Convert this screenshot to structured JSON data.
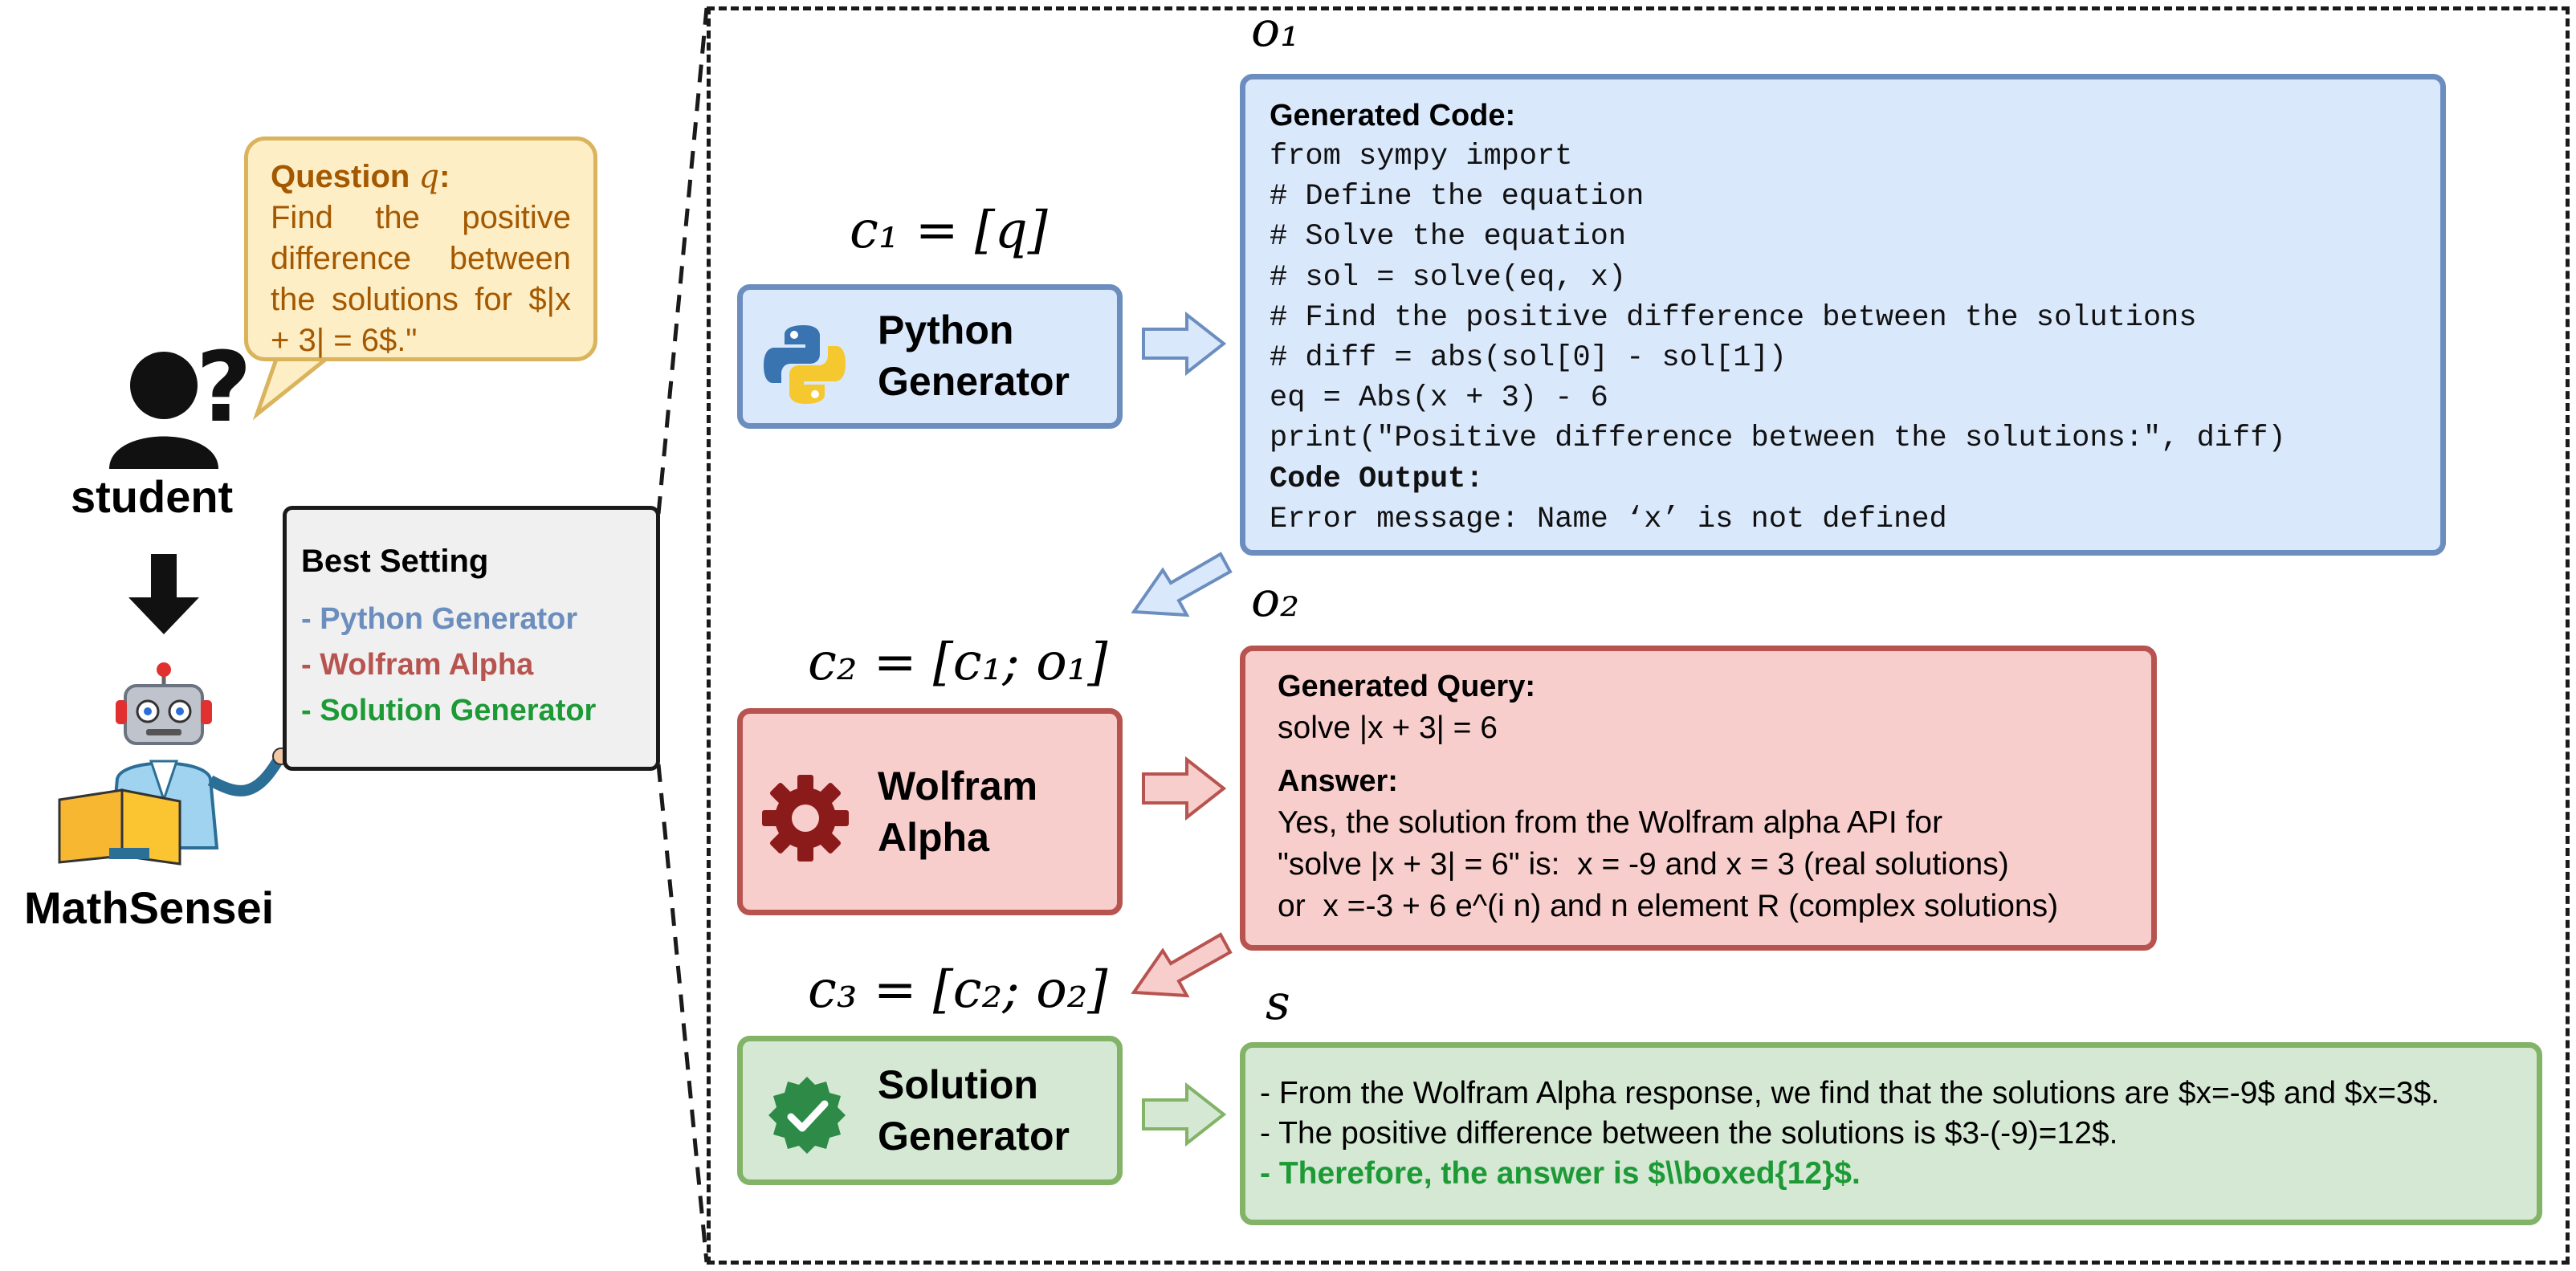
{
  "question": {
    "title": "Question",
    "title_var": "q",
    "body": "Find the positive difference between the solutions for $|x + 3| = 6$.\""
  },
  "student_label": "student",
  "brand_label": "MathSensei",
  "best_setting": {
    "title": "Best Setting",
    "items": [
      {
        "label": "- Python Generator",
        "color": "#6c8ebf"
      },
      {
        "label": "- Wolfram Alpha",
        "color": "#b85450"
      },
      {
        "label": "- Solution Generator",
        "color": "#1d9a36"
      }
    ]
  },
  "contexts": {
    "c1": "c₁ = [q]",
    "c2": "c₂ = [c₁; o₁]",
    "c3": "c₃ = [c₂; o₂]"
  },
  "outputs_labels": {
    "o1": "o₁",
    "o2": "o₂",
    "s": "s"
  },
  "tools": {
    "python": {
      "line1": "Python",
      "line2": "Generator",
      "icon": "python-logo-icon",
      "fill": "#dae8fc",
      "stroke": "#6c8ebf"
    },
    "wolfram": {
      "line1": "Wolfram",
      "line2": "Alpha",
      "icon": "gear-icon",
      "fill": "#f8cecc",
      "stroke": "#b85450"
    },
    "solution": {
      "line1": "Solution",
      "line2": "Generator",
      "icon": "verified-badge-icon",
      "fill": "#d5e8d4",
      "stroke": "#82b366"
    }
  },
  "generated_code": {
    "label": "Generated Code:",
    "lines": [
      "from sympy import",
      "# Define the equation",
      "# Solve the equation",
      "# sol = solve(eq, x)",
      "# Find the positive difference between the solutions",
      "# diff = abs(sol[0] - sol[1])",
      "eq = Abs(x + 3) - 6",
      "print(\"Positive difference between the solutions:\", diff)"
    ],
    "output_label": "Code Output:",
    "output": "Error message: Name ‘x’ is not defined"
  },
  "wolfram_output": {
    "query_label": "Generated Query:",
    "query": "solve |x + 3| = 6",
    "answer_label": "Answer:",
    "answer_lines": [
      "Yes, the solution from the Wolfram alpha API for",
      "\"solve |x + 3| = 6\" is:  x = -9 and x = 3 (real solutions)",
      "or  x =-3 + 6 e^(i n) and n element R (complex solutions)"
    ]
  },
  "solution_output": {
    "lines": [
      "- From the Wolfram Alpha response, we find that the solutions are $x=-9$ and $x=3$.",
      "- The positive difference between the solutions is $3-(-9)=12$."
    ],
    "final": "- Therefore, the answer is $\\\\boxed{12}$."
  }
}
